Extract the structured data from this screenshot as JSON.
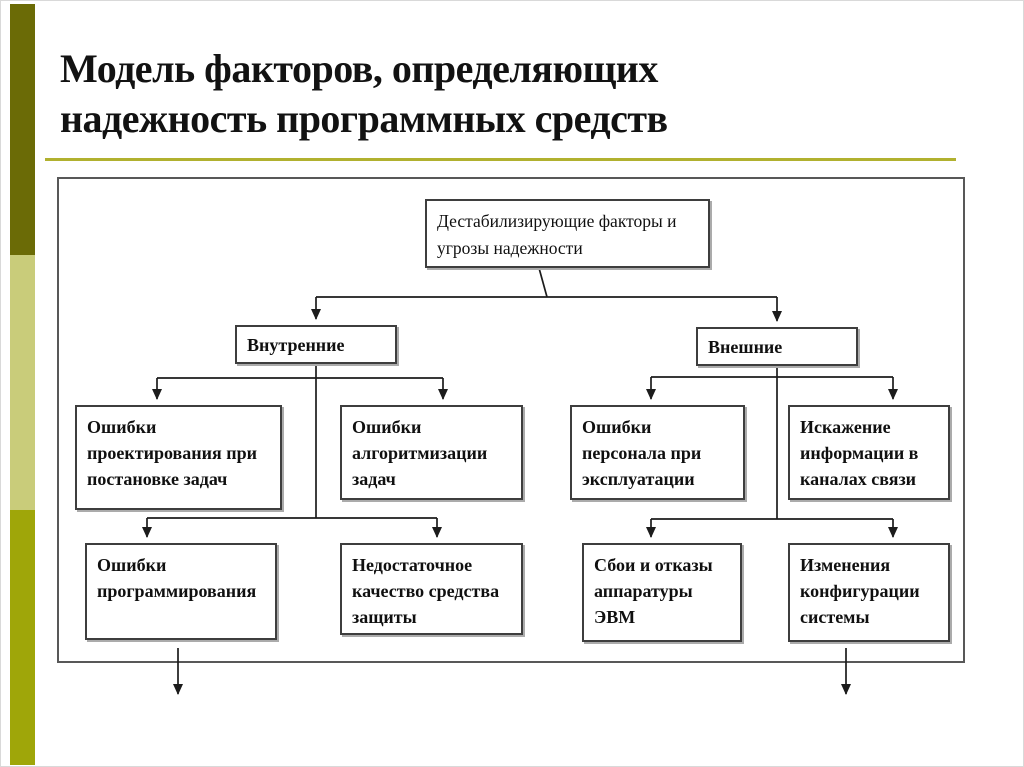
{
  "slide": {
    "title_line1": "Модель факторов, определяющих",
    "title_line2": "надежность программных средств",
    "accent_rule_color": "#b1b12f",
    "sidebar_colors": {
      "top": "#6b6b06",
      "middle": "#c9cc7a",
      "bottom": "#9fa609"
    }
  },
  "diagram": {
    "root": {
      "label": "Дестабилизирующие факторы и угрозы надежности"
    },
    "branches": [
      {
        "label": "Внутренние"
      },
      {
        "label": "Внешние"
      }
    ],
    "internal_factors": [
      {
        "label": "Ошибки проектирования при постановке задач"
      },
      {
        "label": "Ошибки алгоритмизации задач"
      },
      {
        "label": "Ошибки программирования"
      },
      {
        "label": "Недостаточное качество средства защиты"
      }
    ],
    "external_factors": [
      {
        "label": "Ошибки персонала при эксплуатации"
      },
      {
        "label": "Искажение информации в каналах связи"
      },
      {
        "label": "Сбои и отказы аппаратуры ЭВМ"
      },
      {
        "label": "Изменения конфигурации системы"
      }
    ]
  }
}
